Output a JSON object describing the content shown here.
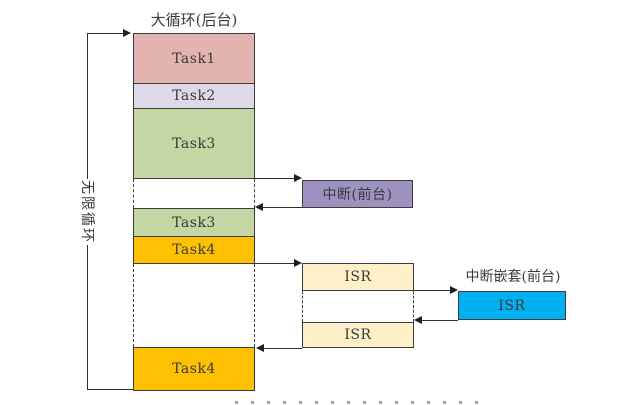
{
  "title": "大循环(后台)",
  "loop_label": "无限循环",
  "main_column": {
    "segments": [
      {
        "label": "Task1"
      },
      {
        "label": "Task2"
      },
      {
        "label": "Task3"
      },
      {
        "label": "Task3"
      },
      {
        "label": "Task4"
      },
      {
        "label": "Task4"
      }
    ]
  },
  "foreground": {
    "interrupt_label": "中断(前台)",
    "nested_title": "中断嵌套(前台)",
    "isr_first_label": "ISR",
    "isr_second_label": "ISR",
    "nested_isr_label": "ISR"
  },
  "colors": {
    "task1": "#e3b4af",
    "task2": "#ded9e9",
    "task3": "#c3d6a3",
    "task4": "#fec101",
    "interrupt": "#9e93c0",
    "isr": "#fdf0c9",
    "nested_isr": "#00b0f0",
    "line": "#2e2e2e"
  }
}
